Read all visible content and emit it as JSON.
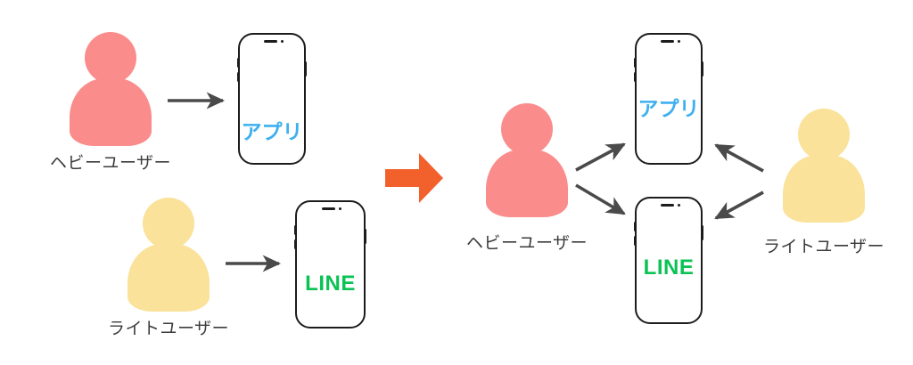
{
  "diagram": {
    "background_color": "#ffffff",
    "colors": {
      "heavy_user": "#fa8c8c",
      "light_user": "#fae29a",
      "arrow_gray": "#4a4a4a",
      "arrow_orange": "#f2602b",
      "app_text": "#3fb0ef",
      "line_text": "#0bc254",
      "phone_outline": "#1c1c1c",
      "caption_text": "#3c3c3c"
    },
    "left_panel": {
      "rows": [
        {
          "person": {
            "type": "heavy-user",
            "caption": "ヘビーユーザー",
            "color": "#fa8c8c"
          },
          "arrow": {
            "direction": "right",
            "style": "straight",
            "color": "#4a4a4a"
          },
          "phone": {
            "screen_label": "アプリ",
            "label_color": "#3fb0ef"
          }
        },
        {
          "person": {
            "type": "light-user",
            "caption": "ライトユーザー",
            "color": "#fae29a"
          },
          "arrow": {
            "direction": "right",
            "style": "straight",
            "color": "#4a4a4a"
          },
          "phone": {
            "screen_label": "LINE",
            "label_color": "#0bc254"
          }
        }
      ]
    },
    "transition": {
      "icon": "block-arrow-right-icon",
      "direction": "right",
      "color": "#f2602b"
    },
    "right_panel": {
      "heavy_user": {
        "type": "heavy-user",
        "caption": "ヘビーユーザー",
        "color": "#fa8c8c"
      },
      "light_user": {
        "type": "light-user",
        "caption": "ライトユーザー",
        "color": "#fae29a"
      },
      "phones": [
        {
          "screen_label": "アプリ",
          "label_color": "#3fb0ef"
        },
        {
          "screen_label": "LINE",
          "label_color": "#0bc254"
        }
      ],
      "arrows": [
        {
          "from": "heavy-user",
          "to": "app-phone",
          "direction": "up-right",
          "color": "#4a4a4a"
        },
        {
          "from": "heavy-user",
          "to": "line-phone",
          "direction": "down-right",
          "color": "#4a4a4a"
        },
        {
          "from": "light-user",
          "to": "app-phone",
          "direction": "up-left",
          "color": "#4a4a4a"
        },
        {
          "from": "light-user",
          "to": "line-phone",
          "direction": "down-left",
          "color": "#4a4a4a"
        }
      ]
    }
  }
}
